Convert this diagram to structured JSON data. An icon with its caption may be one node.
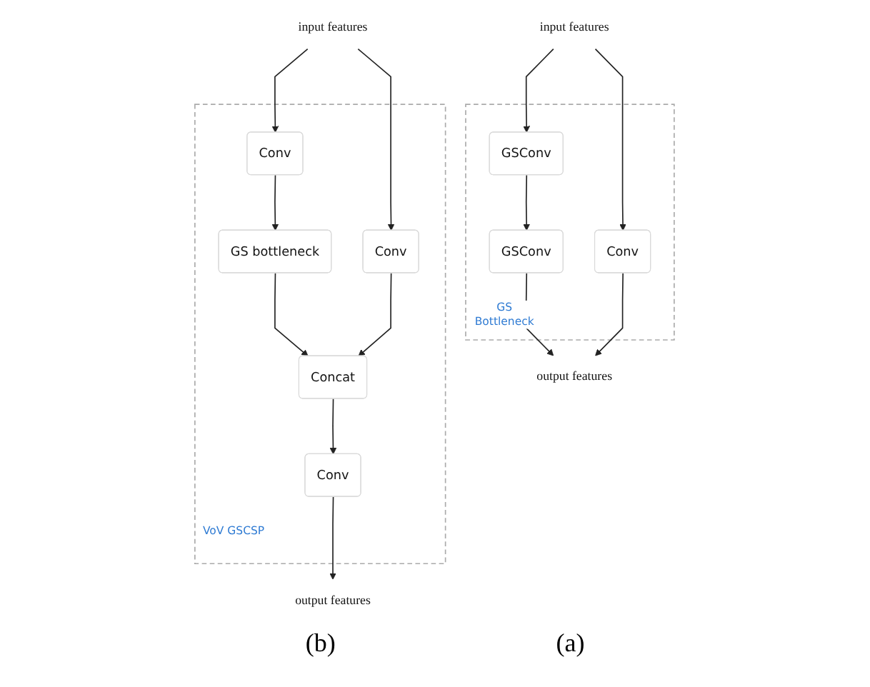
{
  "diagram": {
    "nodes": [
      {
        "text": [
          "input features"
        ]
      },
      {
        "text": [
          "GS Bottleneck"
        ]
      },
      {
        "text": [
          "GSConv"
        ],
        "in": 1
      },
      {
        "text": [
          "Conv"
        ],
        "in": 1
      },
      {
        "text": [
          "GSConv"
        ],
        "in": 1
      },
      {
        "text": [
          "output features"
        ]
      },
      {
        "text": [
          "input features"
        ]
      },
      {
        "text": [
          "VoV GSCSP"
        ]
      },
      {
        "text": [
          "Conv"
        ],
        "in": 7
      },
      {
        "text": [
          "Conv"
        ],
        "in": 7
      },
      {
        "text": [
          "GS bottleneck"
        ],
        "in": 7
      },
      {
        "text": [
          "Concat"
        ],
        "in": 7
      },
      {
        "text": [
          "Conv"
        ],
        "in": 7
      },
      {
        "text": [
          "output features"
        ]
      }
    ],
    "edges": [
      {
        "from": 0,
        "to": 2,
        "arrow": "to"
      },
      {
        "from": 0,
        "to": 3,
        "arrow": "to"
      },
      {
        "from": 2,
        "to": 4,
        "arrow": "to"
      },
      {
        "from": 4,
        "to": 5,
        "arrow": "to"
      },
      {
        "from": 3,
        "to": 5,
        "arrow": "to"
      },
      {
        "from": 6,
        "to": 8,
        "arrow": "to"
      },
      {
        "from": 6,
        "to": 9,
        "arrow": "to"
      },
      {
        "from": 8,
        "to": 10,
        "arrow": "to"
      },
      {
        "from": 10,
        "to": 11,
        "arrow": "to"
      },
      {
        "from": 9,
        "to": 11,
        "arrow": "to"
      },
      {
        "from": 11,
        "to": 12,
        "arrow": "to"
      },
      {
        "from": 12,
        "to": 13,
        "arrow": "to"
      }
    ],
    "labels": [
      "(a)",
      "(b)"
    ]
  }
}
